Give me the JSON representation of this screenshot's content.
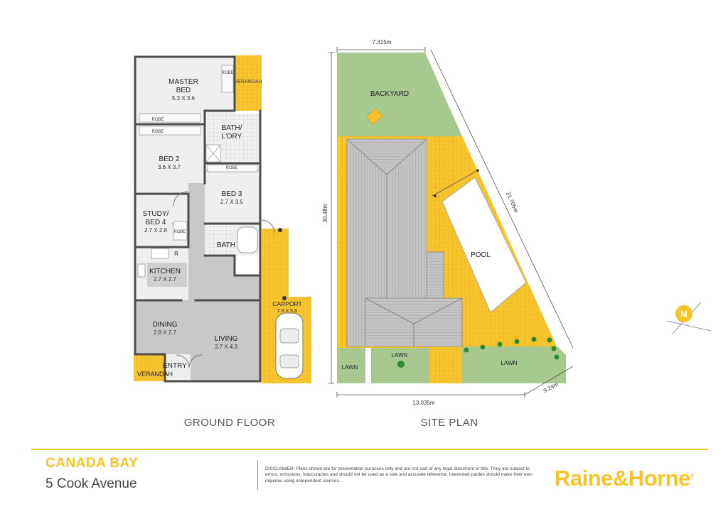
{
  "ground_floor": {
    "title": "GROUND FLOOR",
    "rooms": {
      "master_bed": {
        "name_line1": "MASTER",
        "name_line2": "BED",
        "dims": "5.3 X 3.6"
      },
      "bed2": {
        "name": "BED 2",
        "dims": "3.6 X 3.7"
      },
      "bed3": {
        "name": "BED 3",
        "dims": "2.7 X 3.5"
      },
      "study": {
        "name_line1": "STUDY/",
        "name_line2": "BED 4",
        "dims": "2.7 X 2.8"
      },
      "kitchen": {
        "name": "KITCHEN",
        "dims": "2.7 X 2.7"
      },
      "dining": {
        "name": "DINING",
        "dims": "2.8 X 2.7"
      },
      "living": {
        "name": "LIVING",
        "dims": "3.7 X 4.3"
      },
      "bath_laundry": {
        "name_line1": "BATH/",
        "name_line2": "L'DRY"
      },
      "bath": {
        "name": "BATH"
      },
      "entry": {
        "name": "ENTRY"
      },
      "verandah_front": {
        "name": "VERANDAH"
      },
      "verandah_rear": {
        "name": "VERANDAH"
      },
      "carport": {
        "name": "CARPORT",
        "dims": "2.9 X 5.8"
      },
      "robe_labels": {
        "master_side": "ROBE",
        "master_bottom": "ROBE",
        "bed2_top": "ROBE",
        "bed3_top": "ROBE",
        "study_side": "ROBE"
      },
      "range_label": "R"
    }
  },
  "site_plan": {
    "title": "SITE PLAN",
    "labels": {
      "backyard": "BACKYARD",
      "pool": "POOL",
      "lawn_left": "LAWN",
      "lawn_mid": "LAWN",
      "lawn_right": "LAWN"
    },
    "dimensions": {
      "top": "7.315m",
      "left": "30.48m",
      "diagonal": "31.705m",
      "bottom": "13.035m",
      "corner": "9.24m"
    },
    "north_label": "N"
  },
  "footer": {
    "suburb": "CANADA BAY",
    "address": "5 Cook Avenue",
    "disclaimer": "DISCLAIMER: Plans shown are for presentation purposes only and are not part of any legal document or title. They are subject to errors, omissions, inaccuracies and should not be used as a sole and accurate reference. Interested parties should make their own inquiries using independent sources.",
    "brand": "Raine&Horne"
  },
  "colors": {
    "accent_yellow": "#f6c429",
    "lawn_green": "#a7c88e",
    "floor_grey": "#c8c8c8",
    "roof_grey": "#bdbdbd",
    "wall_grey": "#555555"
  }
}
